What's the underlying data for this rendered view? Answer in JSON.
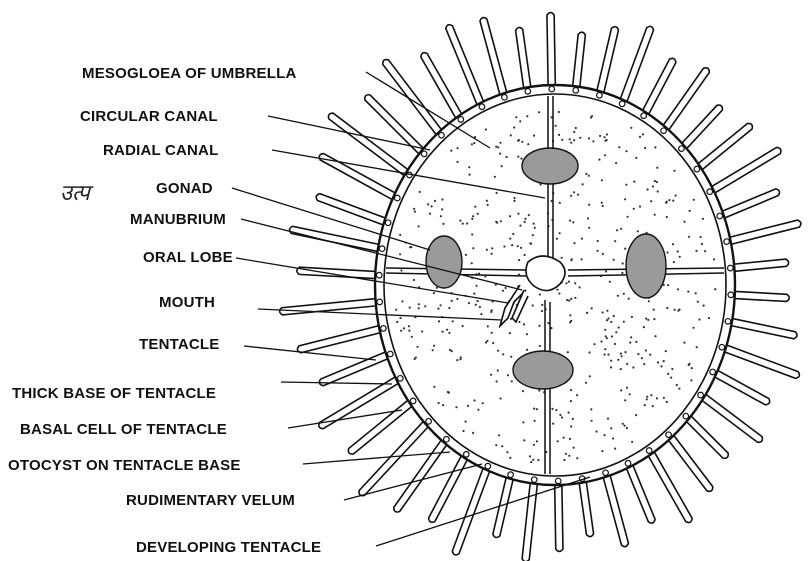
{
  "labels": {
    "mesogloea": "MESOGLOEA OF UMBRELLA",
    "circular_canal": "CIRCULAR CANAL",
    "radial_canal": "RADIAL CANAL",
    "gonad": "GONAD",
    "manubrium": "MANUBRIUM",
    "oral_lobe": "ORAL LOBE",
    "mouth": "MOUTH",
    "tentacle": "TENTACLE",
    "thick_base": "THICK BASE OF TENTACLE",
    "basal_cell": "BASAL CELL OF TENTACLE",
    "otocyst": "OTOCYST ON TENTACLE BASE",
    "velum": "RUDIMENTARY VELUM",
    "developing_tentacle": "DEVELOPING TENTACLE"
  },
  "handwritten_note": "उत्प",
  "colors": {
    "ink": "#111111",
    "paper": "#ffffff"
  }
}
